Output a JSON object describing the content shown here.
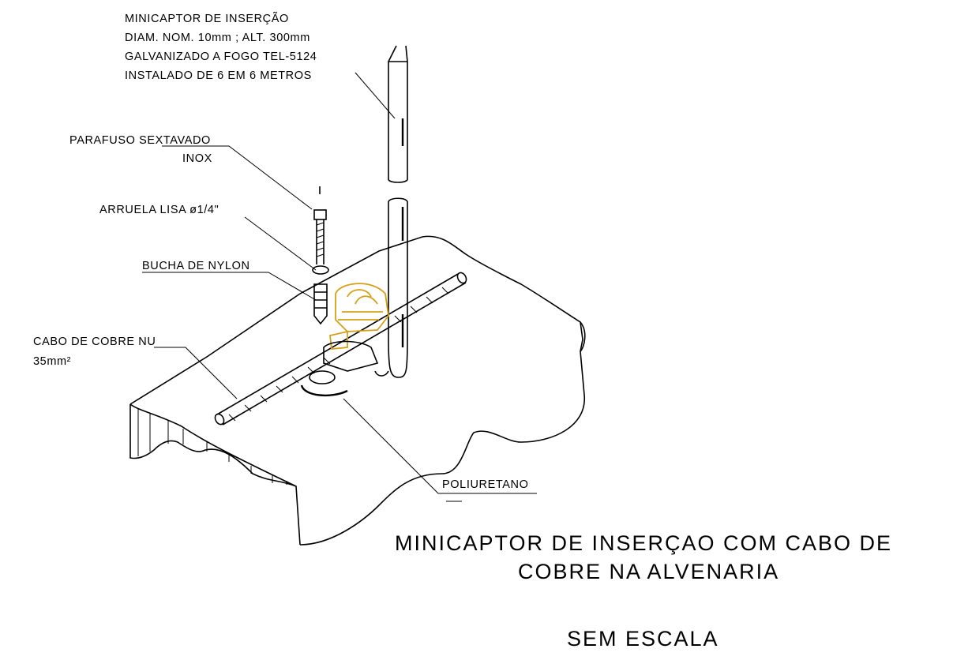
{
  "labels": {
    "minicaptor": [
      "MINICAPTOR DE INSERÇÃO",
      "DIAM. NOM. 10mm ; ALT. 300mm",
      "GALVANIZADO A FOGO TEL-5124",
      "INSTALADO DE 6 EM 6 METROS"
    ],
    "parafuso": [
      "PARAFUSO SEXTAVADO",
      "INOX"
    ],
    "arruela": "ARRUELA LISA ø1/4\"",
    "bucha": "BUCHA DE NYLON",
    "cabo": [
      "CABO DE COBRE NU",
      "35mm²"
    ],
    "poliuretano": "POLIURETANO"
  },
  "title": {
    "line1": "MINICAPTOR DE INSERÇAO COM CABO DE",
    "line2": "COBRE NA ALVENARIA",
    "scale": "SEM ESCALA"
  },
  "colors": {
    "line": "#000000",
    "highlight": "#d4a017",
    "background": "#ffffff"
  }
}
